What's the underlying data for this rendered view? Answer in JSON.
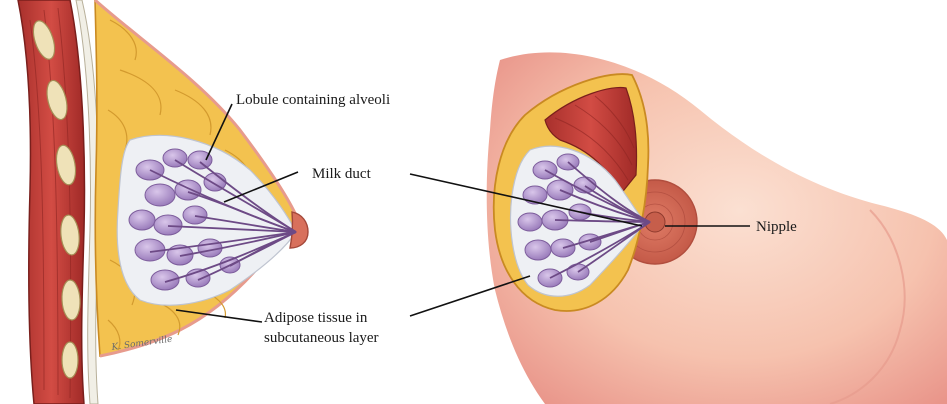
{
  "labels": {
    "lobule": "Lobule containing alveoli",
    "milk_duct": "Milk duct",
    "adipose_line1": "Adipose tissue in",
    "adipose_line2": "subcutaneous layer",
    "nipple": "Nipple"
  },
  "signature": "K. Somerville",
  "colors": {
    "skin": "#f6c7b4",
    "skin_shadow": "#e8988a",
    "muscle": "#c8403c",
    "muscle_dark": "#8e2522",
    "fat": "#f3c24f",
    "fat_edge": "#d69a2a",
    "lobule": "#b89ad0",
    "lobule_dark": "#7d5d9c",
    "duct": "#6d4a86",
    "areola": "#d8705c"
  }
}
